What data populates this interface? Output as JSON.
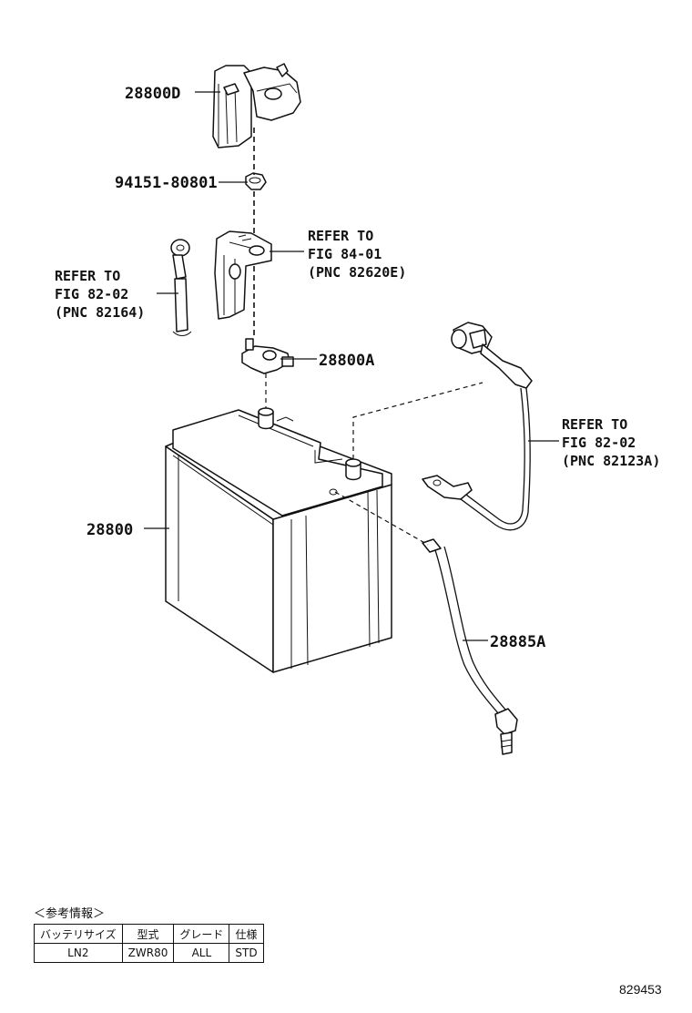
{
  "labels": {
    "part_28800D": "28800D",
    "part_94151": "94151-80801",
    "part_28800A": "28800A",
    "part_28800": "28800",
    "part_28885A": "28885A"
  },
  "refs": {
    "ref_84": [
      "REFER TO",
      "FIG 84-01",
      "(PNC 82620E)"
    ],
    "ref_82_left": [
      "REFER TO",
      "FIG 82-02",
      "(PNC 82164)"
    ],
    "ref_82_right": [
      "REFER TO",
      "FIG 82-02",
      "(PNC 82123A)"
    ]
  },
  "info": {
    "title": "＜参考情報＞",
    "headers": [
      "バッテリサイズ",
      "型式",
      "グレード",
      "仕様"
    ],
    "row": [
      "LN2",
      "ZWR80",
      "ALL",
      "STD"
    ]
  },
  "figure_number": "829453"
}
